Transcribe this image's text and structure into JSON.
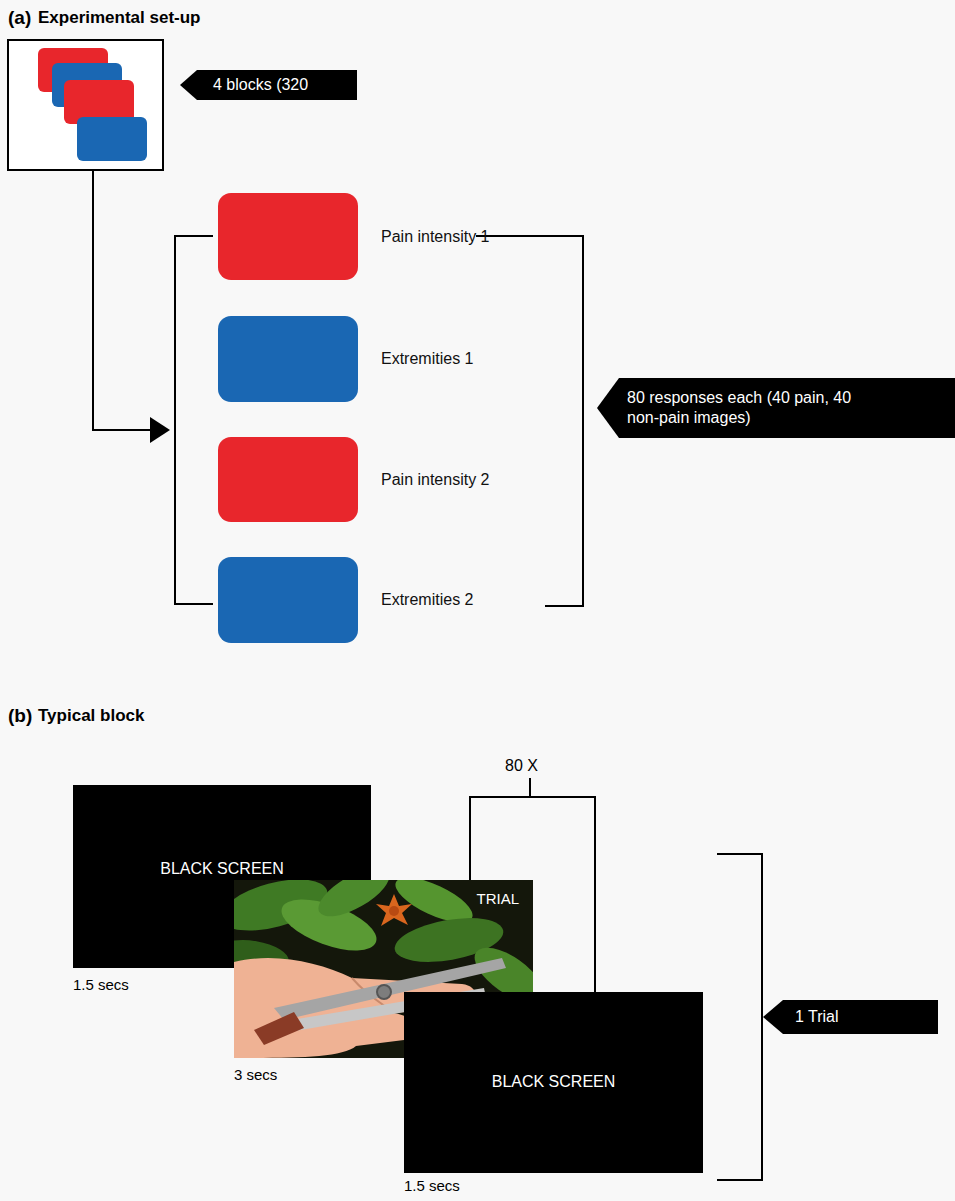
{
  "diagram": {
    "nodes": [
      {
        "text": [
          "4 blocks (320"
        ]
      },
      {
        "text": [
          "Pain intensity 1"
        ]
      },
      {
        "text": [
          "Extremities 1"
        ]
      },
      {
        "text": [
          "Pain intensity 2"
        ]
      },
      {
        "text": [
          "Extremities 2"
        ]
      },
      {
        "text": [
          "80 responses each (40 pain, 40 non-pain images)"
        ]
      },
      {
        "text": [
          "BLACK SCREEN"
        ]
      },
      {
        "text": [
          "TRIAL"
        ]
      },
      {
        "text": [
          "BLACK SCREEN"
        ]
      },
      {
        "text": [
          "1 Trial"
        ]
      }
    ],
    "labels": [
      "(a)",
      "Experimental set-up",
      "(b)",
      "Typical block",
      "80 X",
      "1.5 secs",
      "3 secs",
      "1.5 secs"
    ]
  }
}
